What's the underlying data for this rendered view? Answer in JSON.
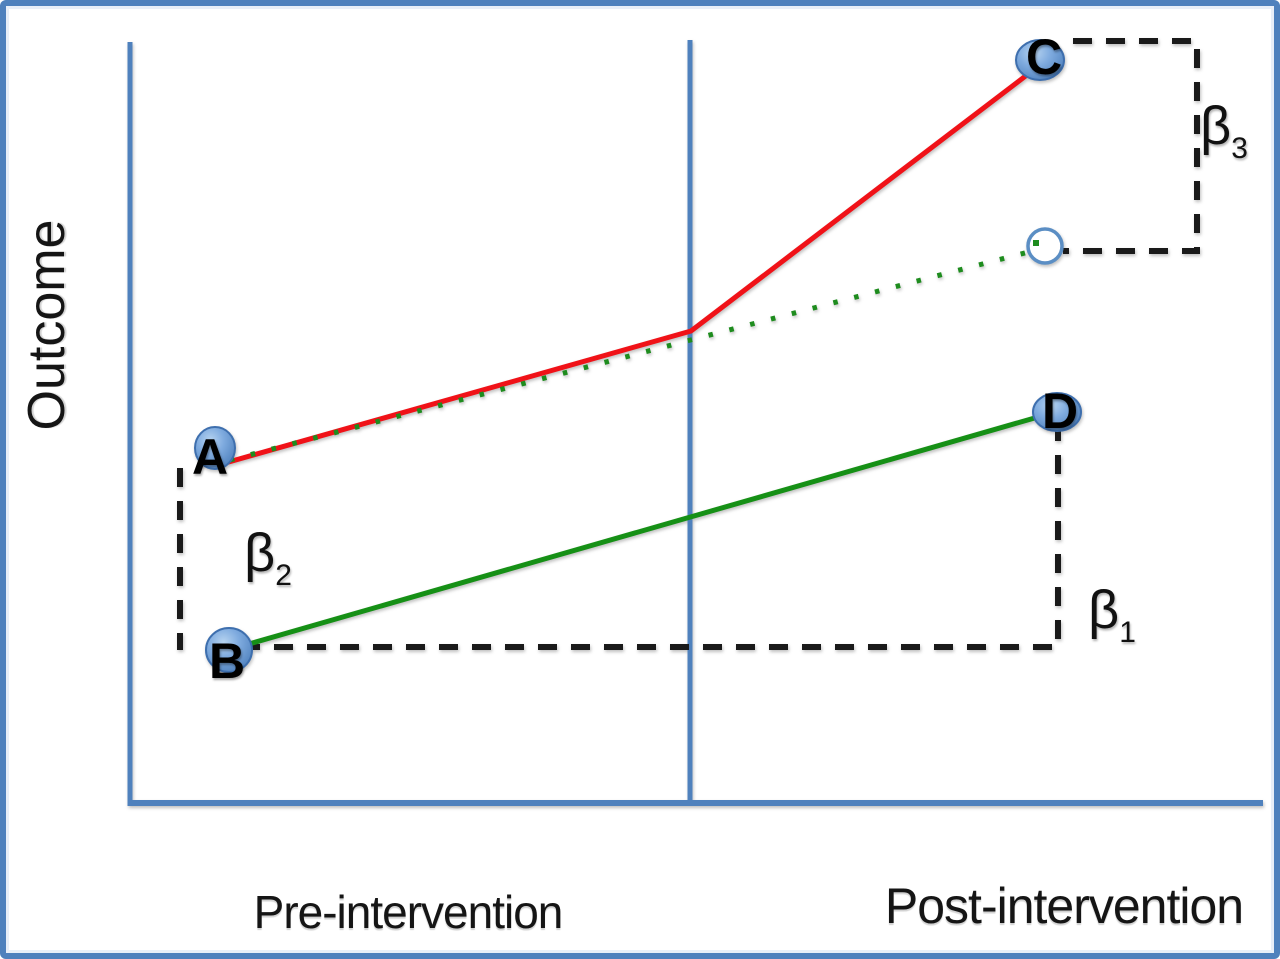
{
  "figure": {
    "kind": "difference-in-differences schematic",
    "y_axis": {
      "label": "Outcome"
    },
    "x_axis": {
      "pre_label": "Pre-intervention",
      "post_label": "Post-intervention"
    },
    "points": {
      "A": {
        "label": "A",
        "marker": "filled-blue-circle"
      },
      "B": {
        "label": "B",
        "marker": "filled-blue-circle"
      },
      "C": {
        "label": "C",
        "marker": "filled-blue-circle"
      },
      "D": {
        "label": "D",
        "marker": "filled-blue-circle"
      },
      "counterfactual": {
        "label": "",
        "marker": "open-circle"
      }
    },
    "coefficients": {
      "beta1": {
        "symbol": "β",
        "subscript": "1"
      },
      "beta2": {
        "symbol": "β",
        "subscript": "2"
      },
      "beta3": {
        "symbol": "β",
        "subscript": "3"
      }
    },
    "lines": [
      {
        "name": "treated-line",
        "style": "solid",
        "color": "#f01218",
        "from": "A",
        "to": "C",
        "kink_at": "intervention-divider"
      },
      {
        "name": "control-line",
        "style": "solid",
        "color": "#169016",
        "from": "B",
        "to": "D"
      },
      {
        "name": "counterfactual-line",
        "style": "dotted",
        "color": "#169016",
        "from": "A",
        "to": "counterfactual"
      }
    ],
    "brackets": [
      {
        "name": "beta2-bracket",
        "style": "dashed",
        "between": [
          "A",
          "B"
        ]
      },
      {
        "name": "beta1-bracket",
        "style": "dashed",
        "between": [
          "B",
          "D"
        ]
      },
      {
        "name": "beta3-bracket",
        "style": "dashed",
        "between": [
          "C",
          "counterfactual"
        ]
      }
    ],
    "colors": {
      "frame": "#4f81bd",
      "axis": "#4f81bd",
      "marker_fill": "#6d9eda",
      "marker_stroke": "#3e6fae",
      "dashed": "#1a1a1a",
      "red_line": "#f01218",
      "green_line": "#169016"
    }
  }
}
